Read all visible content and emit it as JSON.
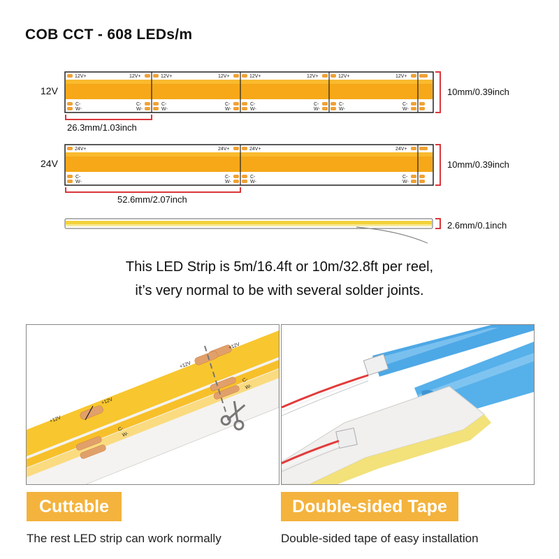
{
  "title": "COB CCT - 608 LEDs/m",
  "strip12": {
    "voltage": "12V",
    "pad_plus": "12V+",
    "pad_c": "C-",
    "pad_w": "W-",
    "width_label": "10mm/0.39inch",
    "cut_label": "26.3mm/1.03inch"
  },
  "strip24": {
    "voltage": "24V",
    "pad_plus": "24V+",
    "pad_c": "C-",
    "pad_w": "W-",
    "width_label": "10mm/0.39inch",
    "cut_label": "52.6mm/2.07inch"
  },
  "thickness_label": "2.6mm/0.1inch",
  "reel_note": {
    "line1": "This LED Strip is 5m/16.4ft or 10m/32.8ft per reel,",
    "line2": "it’s very normal to be with several solder joints."
  },
  "panels": {
    "cuttable": {
      "label": "Cuttable",
      "caption": "The rest LED strip can work normally",
      "pad_plus": "+12V",
      "pad_c": "C-",
      "pad_w": "W-",
      "icon": "scissors-icon"
    },
    "tape": {
      "label": "Double-sided Tape",
      "caption": "Double-sided tape of easy installation"
    }
  },
  "colors": {
    "led_yellow": "#f6b01c",
    "pad_orange": "#f0a236",
    "dim_red": "#d9363b",
    "badge": "#f4b33c",
    "tape_blue": "#4aa8e4"
  }
}
